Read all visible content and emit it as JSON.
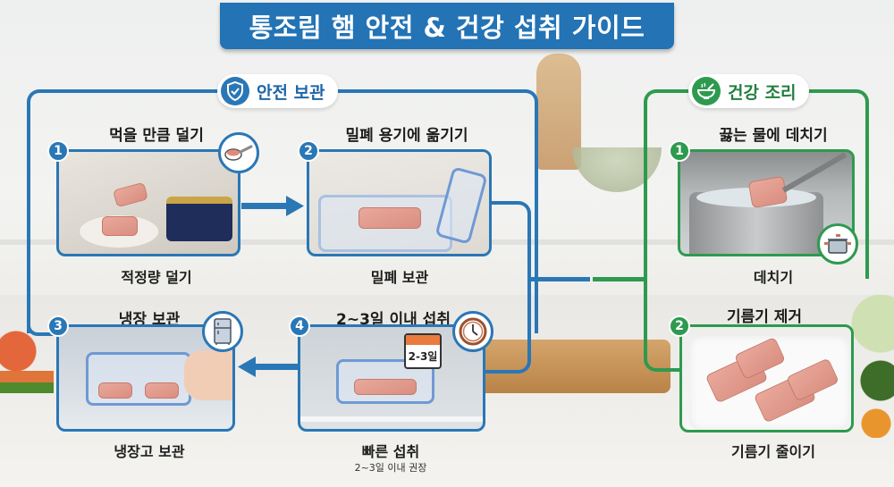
{
  "title": "통조림 햄 안전 & 건강 섭취 가이드",
  "colors": {
    "safe_storage": "#2a77b6",
    "healthy_cooking": "#2e9a4f",
    "title_bg": "#2373b5"
  },
  "sections": {
    "safe_storage": {
      "label": "안전 보관",
      "icon": "shield-check-icon",
      "steps": [
        {
          "number": "1",
          "title": "먹을 만큼 덜기",
          "caption": "적정량 덜기",
          "icon": "measuring-scoop-icon"
        },
        {
          "number": "2",
          "title": "밀폐 용기에 옮기기",
          "caption": "밀폐 보관",
          "icon": ""
        },
        {
          "number": "3",
          "title": "냉장 보관",
          "caption": "냉장고 보관",
          "icon": "refrigerator-icon"
        },
        {
          "number": "4",
          "title": "2~3일 이내 섭취",
          "caption": "빠른 섭취",
          "subcaption": "2~3일 이내 권장",
          "icon": "clock-icon",
          "calendar_label": "2-3일"
        }
      ]
    },
    "healthy_cooking": {
      "label": "건강 조리",
      "icon": "bowl-icon",
      "steps": [
        {
          "number": "1",
          "title": "끓는 물에 데치기",
          "caption": "데치기",
          "icon": "pot-icon"
        },
        {
          "number": "2",
          "title": "기름기 제거",
          "caption": "기름기 줄이기",
          "icon": ""
        }
      ]
    }
  }
}
